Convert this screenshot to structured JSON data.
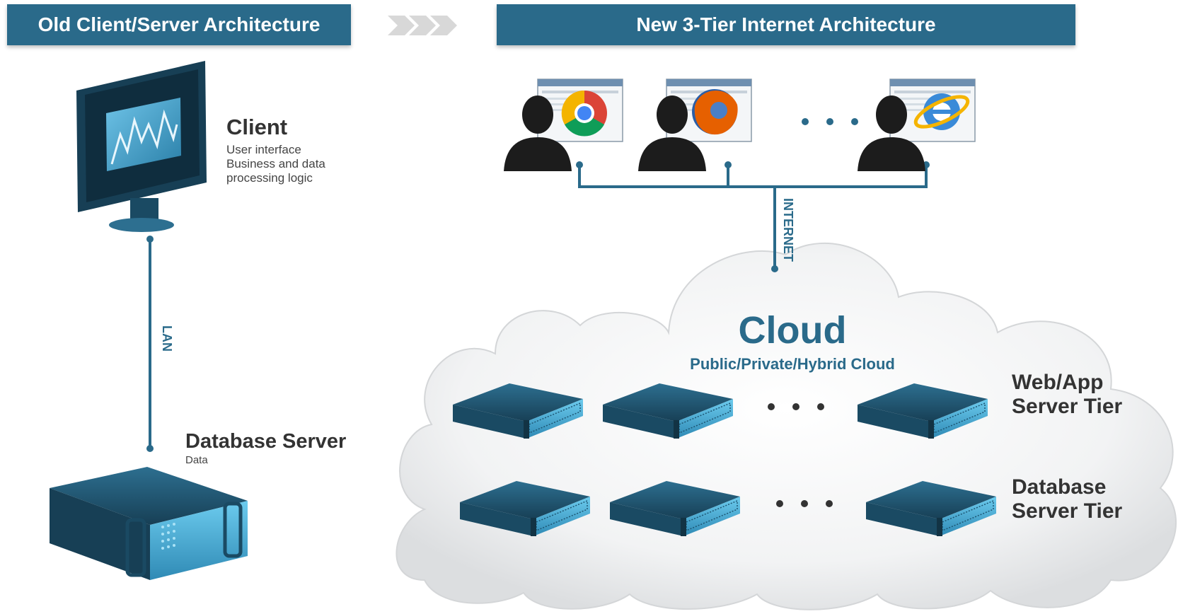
{
  "old_arch": {
    "banner": "Old Client/Server Architecture",
    "client": {
      "title": "Client",
      "lines": [
        "User interface",
        "Business and data",
        "processing logic"
      ]
    },
    "link_label": "LAN",
    "db": {
      "title": "Database Server",
      "subtitle": "Data"
    }
  },
  "new_arch": {
    "banner": "New 3-Tier Internet Architecture",
    "link_label": "INTERNET",
    "browsers": [
      "chrome-browser-icon",
      "firefox-browser-icon",
      "internet-explorer-browser-icon"
    ],
    "cloud": {
      "title": "Cloud",
      "subtitle": "Public/Private/Hybrid Cloud"
    },
    "tiers": {
      "web_line1": "Web/App",
      "web_line2": "Server Tier",
      "db_line1": "Database",
      "db_line2": "Server Tier"
    }
  },
  "colors": {
    "banner": "#2a6a8a",
    "accent": "#2a6a8a",
    "device": "#1e5a78",
    "device_light": "#5cb8df"
  }
}
